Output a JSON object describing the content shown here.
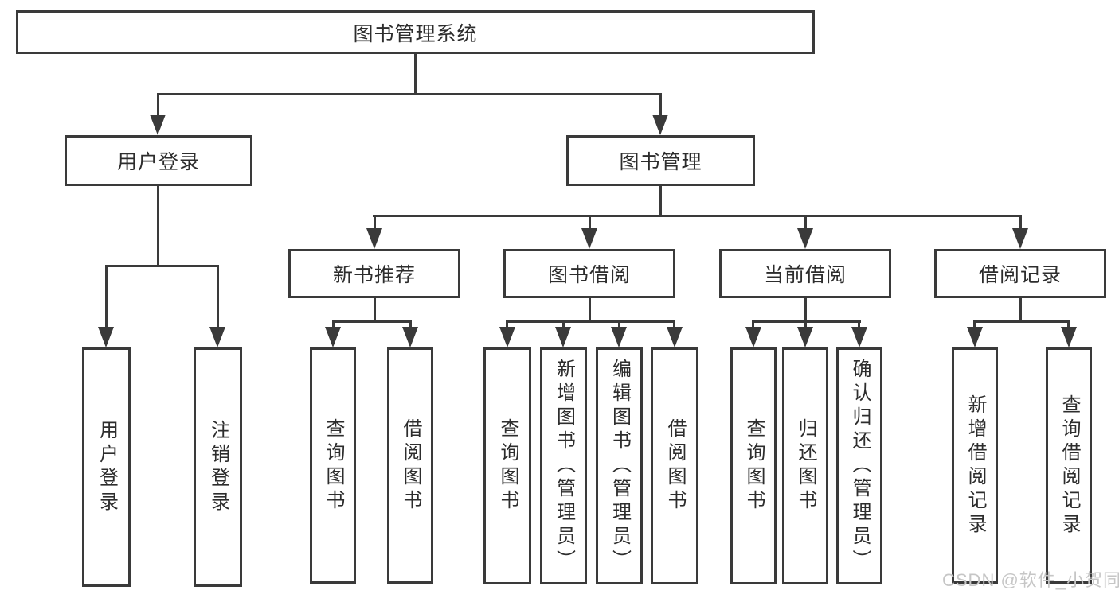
{
  "diagram": {
    "root": "图书管理系统",
    "level2": [
      "用户登录",
      "图书管理"
    ],
    "level3": [
      "新书推荐",
      "图书借阅",
      "当前借阅",
      "借阅记录"
    ],
    "user_login_children": [
      "用户登录",
      "注销登录"
    ],
    "new_book_children": [
      "查询图书",
      "借阅图书"
    ],
    "book_borrow_children": [
      "查询图书",
      "新增图书（管理员）",
      "编辑图书（管理员）",
      "借阅图书"
    ],
    "current_borrow_children": [
      "查询图书",
      "归还图书",
      "确认归还（管理员）"
    ],
    "borrow_record_children": [
      "新增借阅记录",
      "查询借阅记录"
    ]
  },
  "watermark": "CSDN @软件_小贺同学",
  "colors": {
    "line": "#3a3a3a",
    "text": "#2d2d2d",
    "watermark": "#c6c6c6",
    "bg": "#ffffff"
  }
}
